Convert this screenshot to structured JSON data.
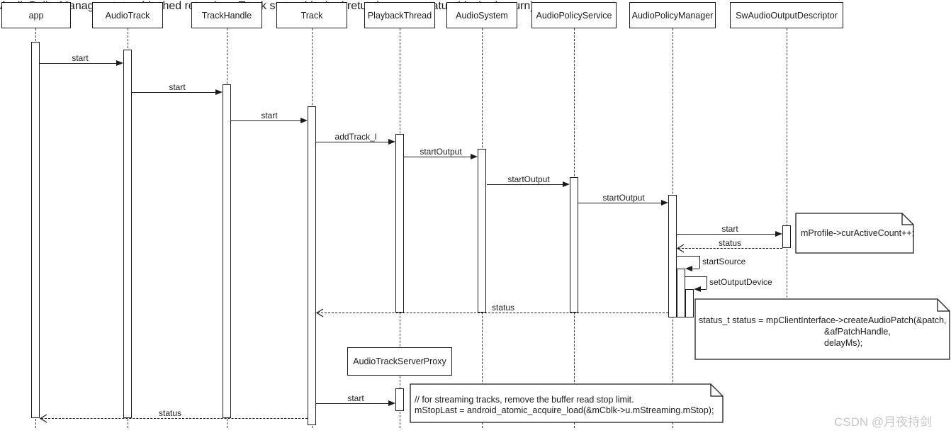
{
  "participants": [
    {
      "label": "app"
    },
    {
      "label": "AudioTrack"
    },
    {
      "label": "TrackHandle"
    },
    {
      "label": "Track"
    },
    {
      "label": "PlaybackThread"
    },
    {
      "label": "AudioSystem"
    },
    {
      "label": "AudioPolicyService"
    },
    {
      "label": "AudioPolicyManager"
    },
    {
      "label": "SwAudioOutputDescriptor"
    },
    {
      "label": "AudioTrackServerProxy"
    }
  ],
  "messages": {
    "start1": "start",
    "start2": "start",
    "start3": "start",
    "addTrack": "addTrack_l",
    "startOutput1": "startOutput",
    "startOutput2": "startOutput",
    "startOutput3": "startOutput",
    "startSw": "start",
    "statusSw": "status",
    "startSource": "startSource",
    "setOutputDevice": "setOutputDevice",
    "statusReturn": "status",
    "startProxy": "start",
    "statusBottom": "status"
  },
  "notes": {
    "profile": "mProfile->curActiveCount++;",
    "patch_line1": "status_t status = mpClientInterface->createAudioPatch(&patch,",
    "patch_line2": "&afPatchHandle,",
    "patch_line3": "delayMs);",
    "streaming_line1": "// for streaming tracks, remove the buffer read stop limit.",
    "streaming_line2": "mStopLast = android_atomic_acquire_load(&mCblk->u.mStreaming.mStop);"
  },
  "watermark": "CSDN @月夜持剑",
  "colors": {
    "line": "#1c1c1c",
    "background": "#ffffff",
    "watermark": "#c6c6c6"
  }
}
